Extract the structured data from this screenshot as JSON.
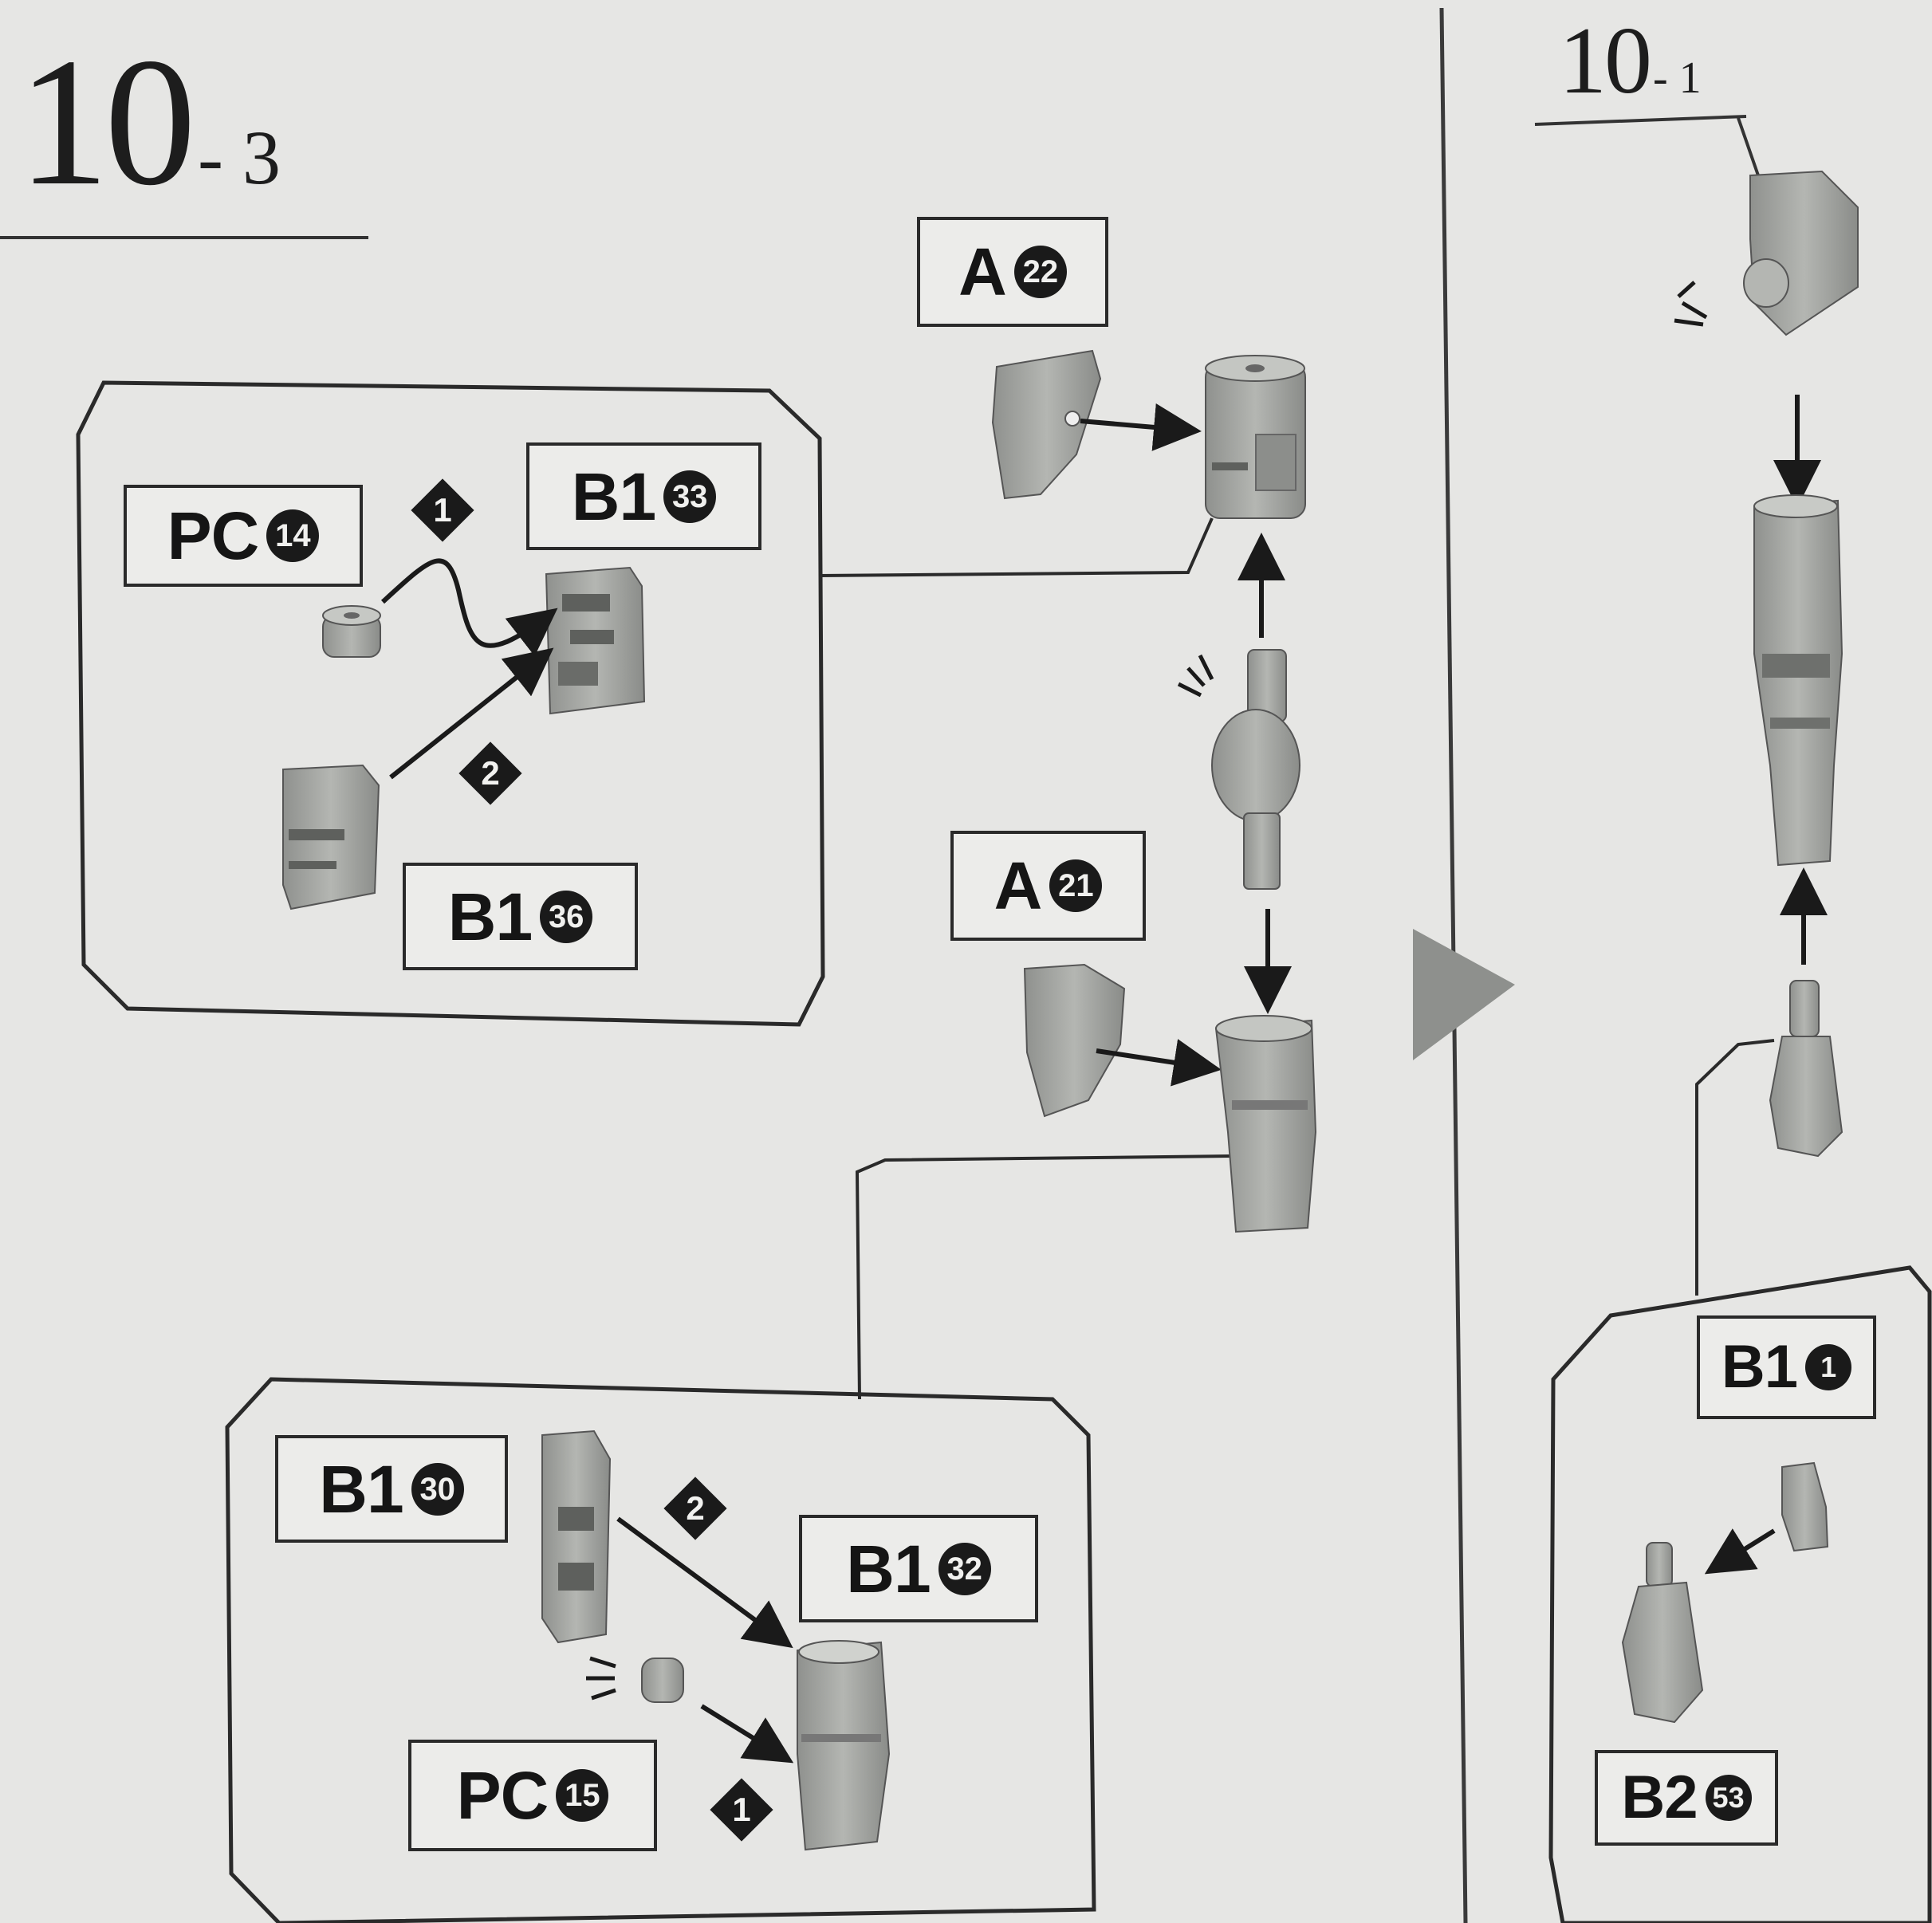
{
  "step_left": {
    "number": "10",
    "sub": "- 3"
  },
  "step_right": {
    "number": "10",
    "sub": "- 1"
  },
  "parts": {
    "a22": {
      "runner": "A",
      "num": "22"
    },
    "a21": {
      "runner": "A",
      "num": "21"
    },
    "pc14": {
      "runner": "PC",
      "num": "14"
    },
    "b1_33": {
      "runner": "B1",
      "num": "33"
    },
    "b1_36": {
      "runner": "B1",
      "num": "36"
    },
    "b1_30": {
      "runner": "B1",
      "num": "30"
    },
    "b1_32": {
      "runner": "B1",
      "num": "32"
    },
    "pc15": {
      "runner": "PC",
      "num": "15"
    },
    "b1_1": {
      "runner": "B1",
      "num": "1"
    },
    "b2_53": {
      "runner": "B2",
      "num": "53"
    }
  },
  "order": {
    "top_first": "1",
    "top_second": "2",
    "bottom_first": "1",
    "bottom_second": "2"
  },
  "colors": {
    "paper": "#e6e6e4",
    "ink": "#1a1a1a",
    "part_fill": "#a9aba8",
    "part_dark": "#6e706d"
  }
}
